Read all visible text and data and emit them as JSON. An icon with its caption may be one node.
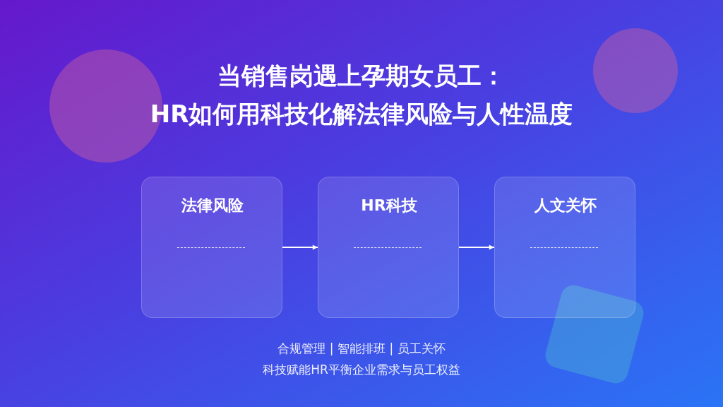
{
  "diagram": {
    "title": "当销售岗遇上孕期女员工：HR如何用科技化解法律风险与人性温度",
    "nodes": [
      {
        "text": [
          "法律风险"
        ]
      },
      {
        "text": [
          "HR科技"
        ]
      },
      {
        "text": [
          "人文关怀"
        ]
      }
    ],
    "edges": [
      {
        "from": 0,
        "to": 1,
        "arrow": "to"
      },
      {
        "from": 1,
        "to": 2,
        "arrow": "to"
      }
    ],
    "labels": [
      "合规管理 | 智能排班 | 员工关怀",
      "科技赋能HR平衡企业需求与员工权益"
    ]
  }
}
